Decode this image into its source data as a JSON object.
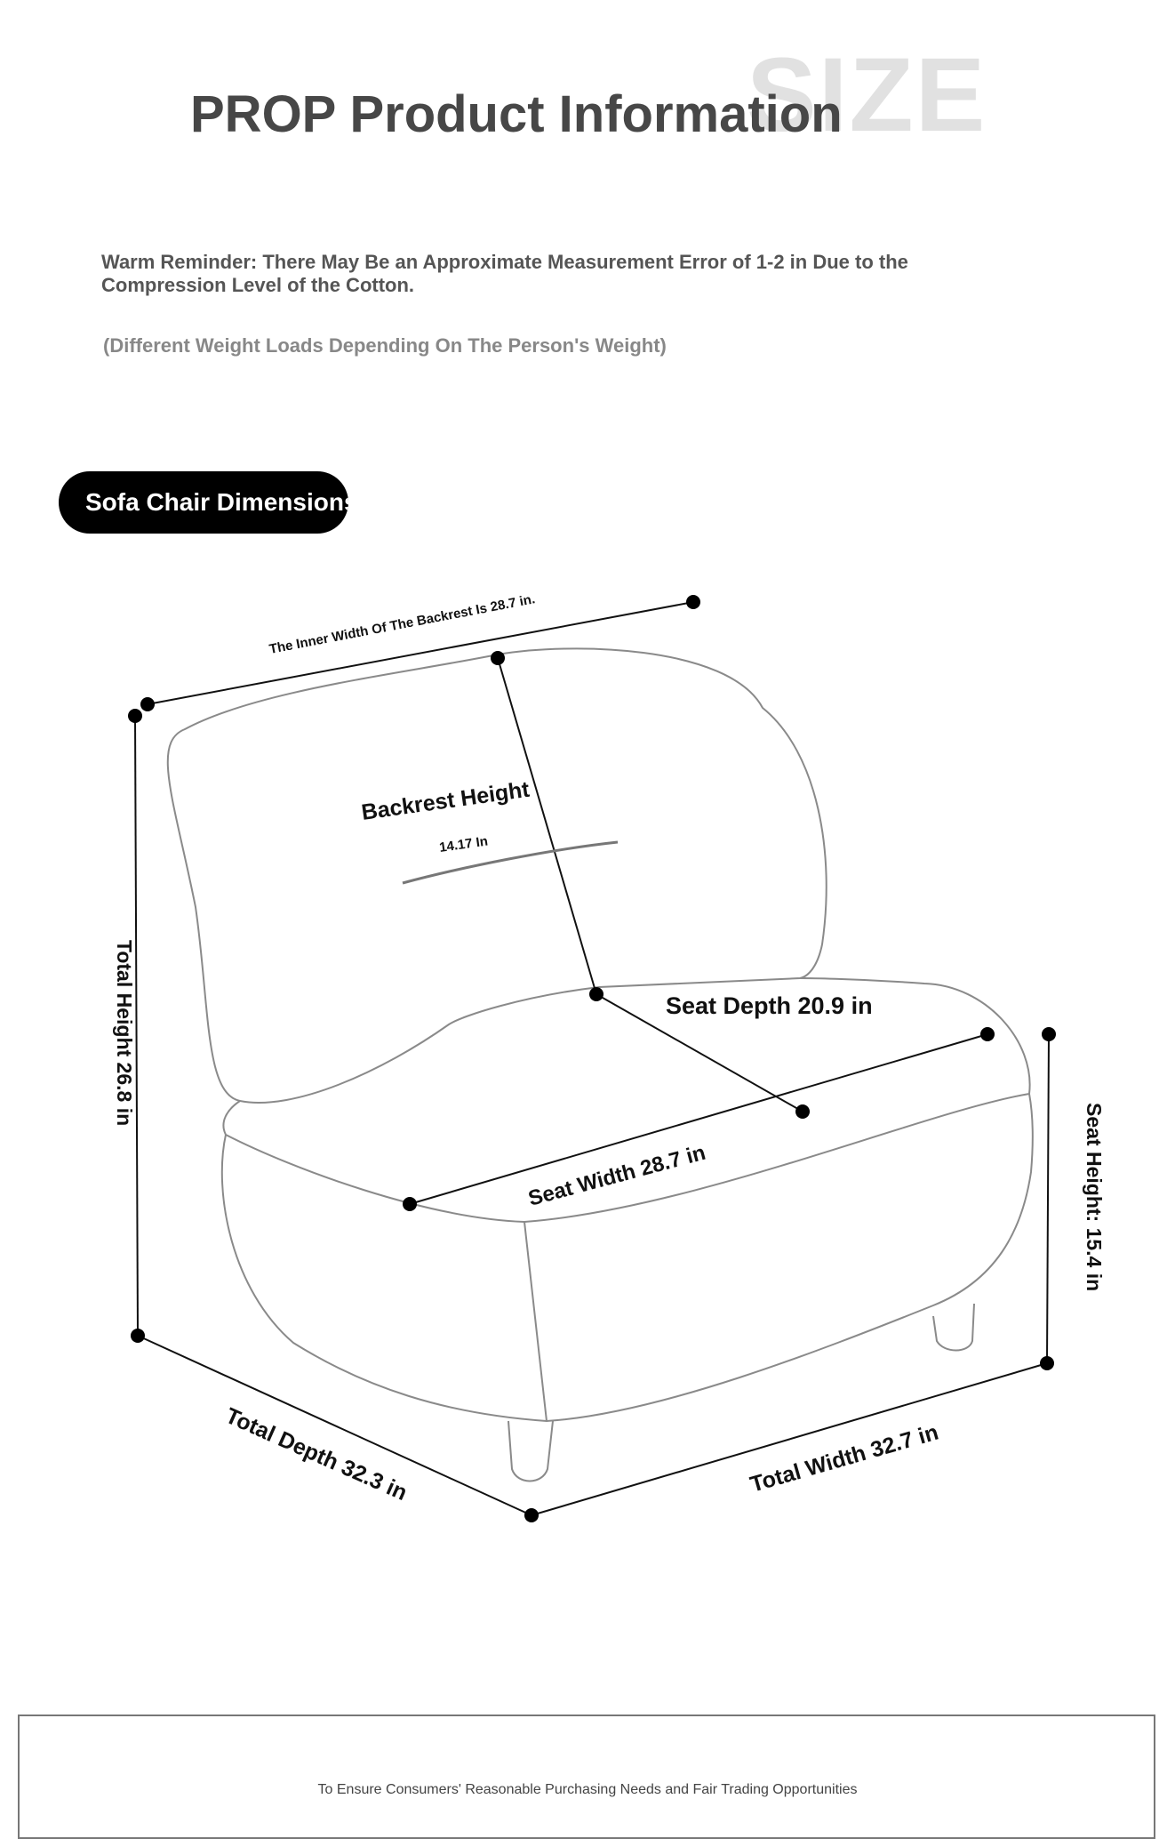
{
  "header": {
    "watermark": "SIZE",
    "title": "PROP Product Information"
  },
  "notes": {
    "reminder": "Warm Reminder: There May Be an Approximate Measurement Error of 1-2 in Due to the Compression Level of the Cotton.",
    "weight": "(Different Weight Loads Depending On The Person's Weight)"
  },
  "section": {
    "label": "Sofa Chair Dimensions"
  },
  "diagram": {
    "inner_width": "The Inner Width Of The Backrest Is 28.7 in.",
    "backrest_height": "Backrest Height",
    "backrest_value": "14.17 In",
    "seat_depth": "Seat Depth 20.9 in",
    "seat_width": "Seat Width 28.7 in",
    "total_height": "Total Height 26.8 in",
    "seat_height": "Seat Height: 15.4 in",
    "total_depth": "Total Depth 32.3 in",
    "total_width": "Total Width 32.7 in"
  },
  "footer": {
    "text": "To Ensure Consumers' Reasonable Purchasing Needs and Fair Trading Opportunities"
  }
}
